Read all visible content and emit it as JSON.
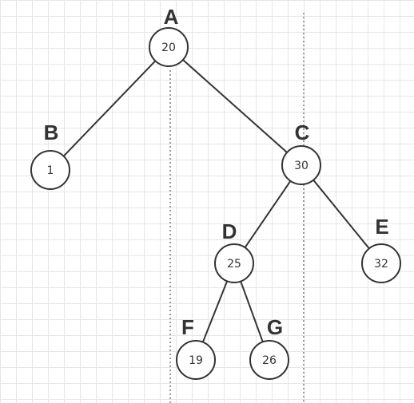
{
  "tree": {
    "nodes": [
      {
        "id": "A",
        "letter": "A",
        "value": "20"
      },
      {
        "id": "B",
        "letter": "B",
        "value": "1"
      },
      {
        "id": "C",
        "letter": "C",
        "value": "30"
      },
      {
        "id": "D",
        "letter": "D",
        "value": "25"
      },
      {
        "id": "E",
        "letter": "E",
        "value": "32"
      },
      {
        "id": "F",
        "letter": "F",
        "value": "19"
      },
      {
        "id": "G",
        "letter": "G",
        "value": "26"
      }
    ],
    "edges": [
      [
        "A",
        "B"
      ],
      [
        "A",
        "C"
      ],
      [
        "C",
        "D"
      ],
      [
        "C",
        "E"
      ],
      [
        "D",
        "F"
      ],
      [
        "D",
        "G"
      ]
    ]
  }
}
